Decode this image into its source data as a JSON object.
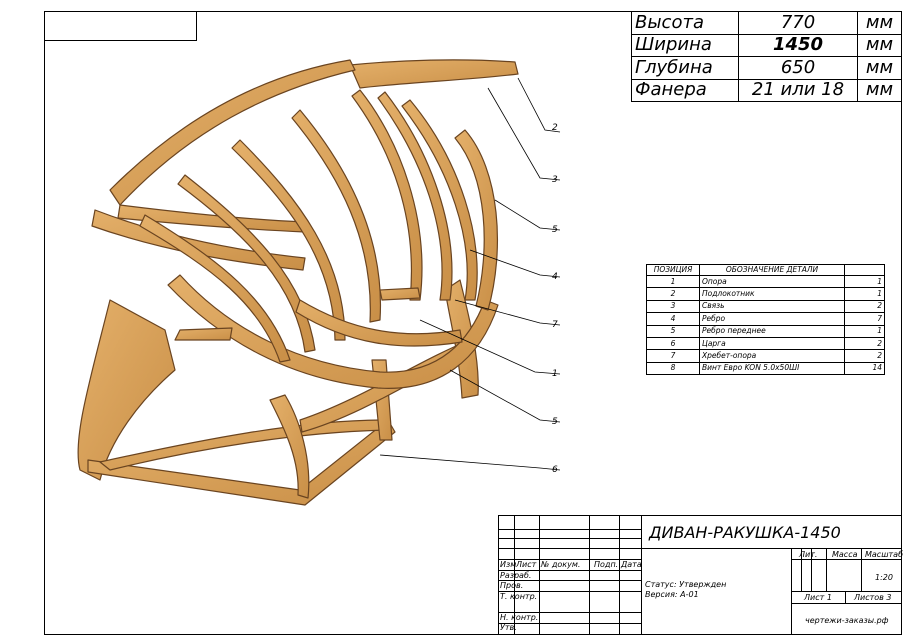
{
  "dimensions": [
    {
      "label": "Высота",
      "value": "770",
      "unit": "мм"
    },
    {
      "label": "Ширина",
      "value": "1450",
      "unit": "мм"
    },
    {
      "label": "Глубина",
      "value": "650",
      "unit": "мм"
    },
    {
      "label": "Фанера",
      "value": "21 или 18",
      "unit": "мм"
    }
  ],
  "parts_table": {
    "headers": [
      "ПОЗИЦИЯ",
      "ОБОЗНАЧЕНИЕ ДЕТАЛИ",
      ""
    ],
    "rows": [
      {
        "pos": "1",
        "name": "Опора",
        "qty": "1"
      },
      {
        "pos": "2",
        "name": "Подлокотник",
        "qty": "1"
      },
      {
        "pos": "3",
        "name": "Связь",
        "qty": "2"
      },
      {
        "pos": "4",
        "name": "Ребро",
        "qty": "7"
      },
      {
        "pos": "5",
        "name": "Ребро переднее",
        "qty": "1"
      },
      {
        "pos": "6",
        "name": "Царга",
        "qty": "2"
      },
      {
        "pos": "7",
        "name": "Хребет-опора",
        "qty": "2"
      },
      {
        "pos": "8",
        "name": "Винт Евро KON 5.0x50ШI",
        "qty": "14"
      }
    ]
  },
  "callouts": [
    "2",
    "3",
    "5",
    "4",
    "7",
    "1",
    "5",
    "6"
  ],
  "title_block": {
    "title": "ДИВАН-РАКУШКА-1450",
    "col_izm": "Изм",
    "col_list": "Лист",
    "col_doc": "№ докум.",
    "col_podp": "Подп.",
    "col_data": "Дата",
    "razrab": "Разраб.",
    "prov": "Пров.",
    "t_kontr": "Т. контр.",
    "n_kontr": "Н. контр.",
    "utv": "Утв.",
    "status": "Статус: Утвержден",
    "version": "Версия: А-01",
    "lit": "Лит.",
    "massa": "Масса",
    "masshtab": "Масштаб",
    "scale": "1:20",
    "sheet": "Лист 1",
    "sheets": "Листов 3",
    "site": "чертежи-заказы.рф"
  },
  "colors": {
    "wood": "#d9a25c",
    "wood_dark": "#b9833f",
    "wood_edge": "#6a4420",
    "line": "#000000"
  }
}
